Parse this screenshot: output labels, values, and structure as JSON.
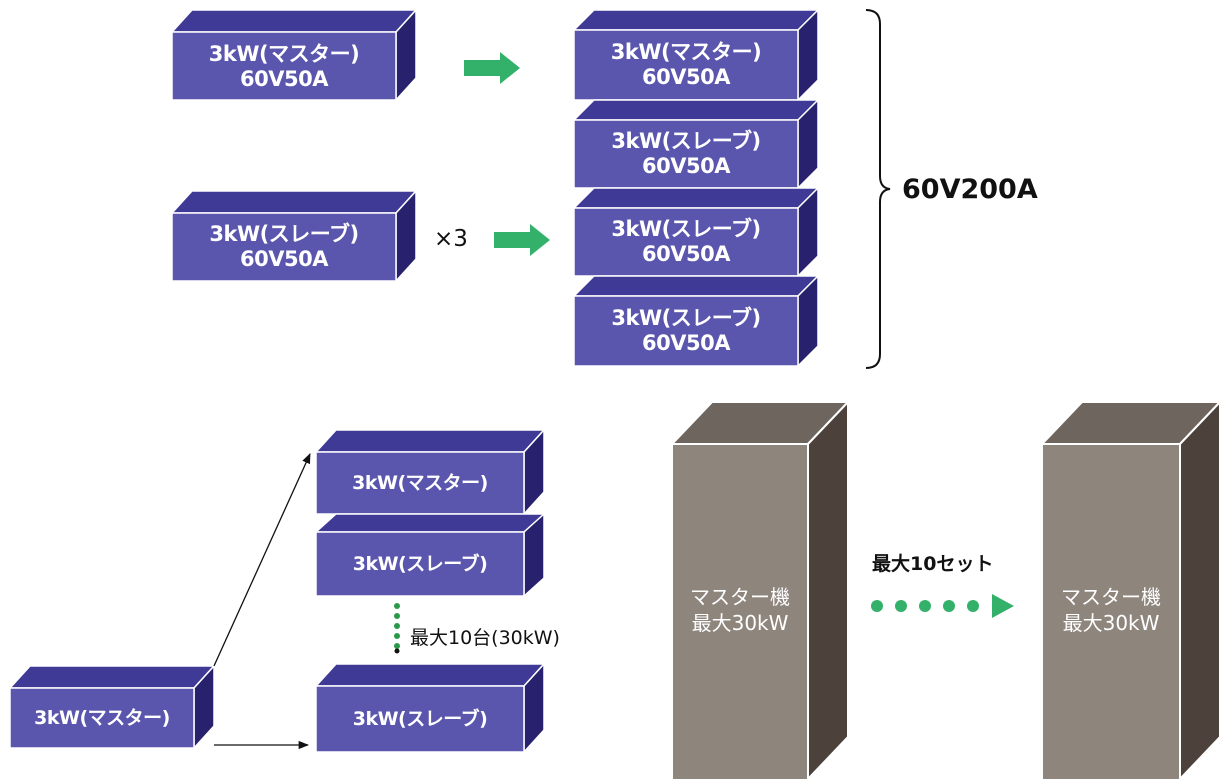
{
  "colors": {
    "box_front": "#5a55ad",
    "box_top": "#3f3a95",
    "box_side": "#28226e",
    "box_edge": "#ffffff",
    "arrow_green": "#33b06a",
    "tower_front": "#8e857d",
    "tower_top": "#6e655e",
    "tower_side": "#4c423b"
  },
  "icons": {
    "fat_arrow": "right-arrow-icon",
    "brace": "right-curly-brace",
    "dotted_arrow": "dotted-right-arrow-icon"
  },
  "top_section": {
    "source_master": {
      "line1": "3kW(マスター)",
      "line2": "60V50A"
    },
    "source_slave": {
      "line1": "3kW(スレーブ)",
      "line2": "60V50A"
    },
    "multiplier": "×3",
    "stack": [
      {
        "line1": "3kW(マスター)",
        "line2": "60V50A"
      },
      {
        "line1": "3kW(スレーブ)",
        "line2": "60V50A"
      },
      {
        "line1": "3kW(スレーブ)",
        "line2": "60V50A"
      },
      {
        "line1": "3kW(スレーブ)",
        "line2": "60V50A"
      }
    ],
    "total": "60V200A"
  },
  "bottom_left": {
    "base": "3kW(マスター)",
    "stack_top": "3kW(マスター)",
    "stack_second": "3kW(スレーブ)",
    "stack_bottom": "3kW(スレーブ)",
    "max_units": "最大10台(30kW)"
  },
  "bottom_right": {
    "tower_left": {
      "line1": "マスター機",
      "line2": "最大30kW"
    },
    "tower_right": {
      "line1": "マスター機",
      "line2": "最大30kW"
    },
    "max_sets": "最大10セット"
  }
}
